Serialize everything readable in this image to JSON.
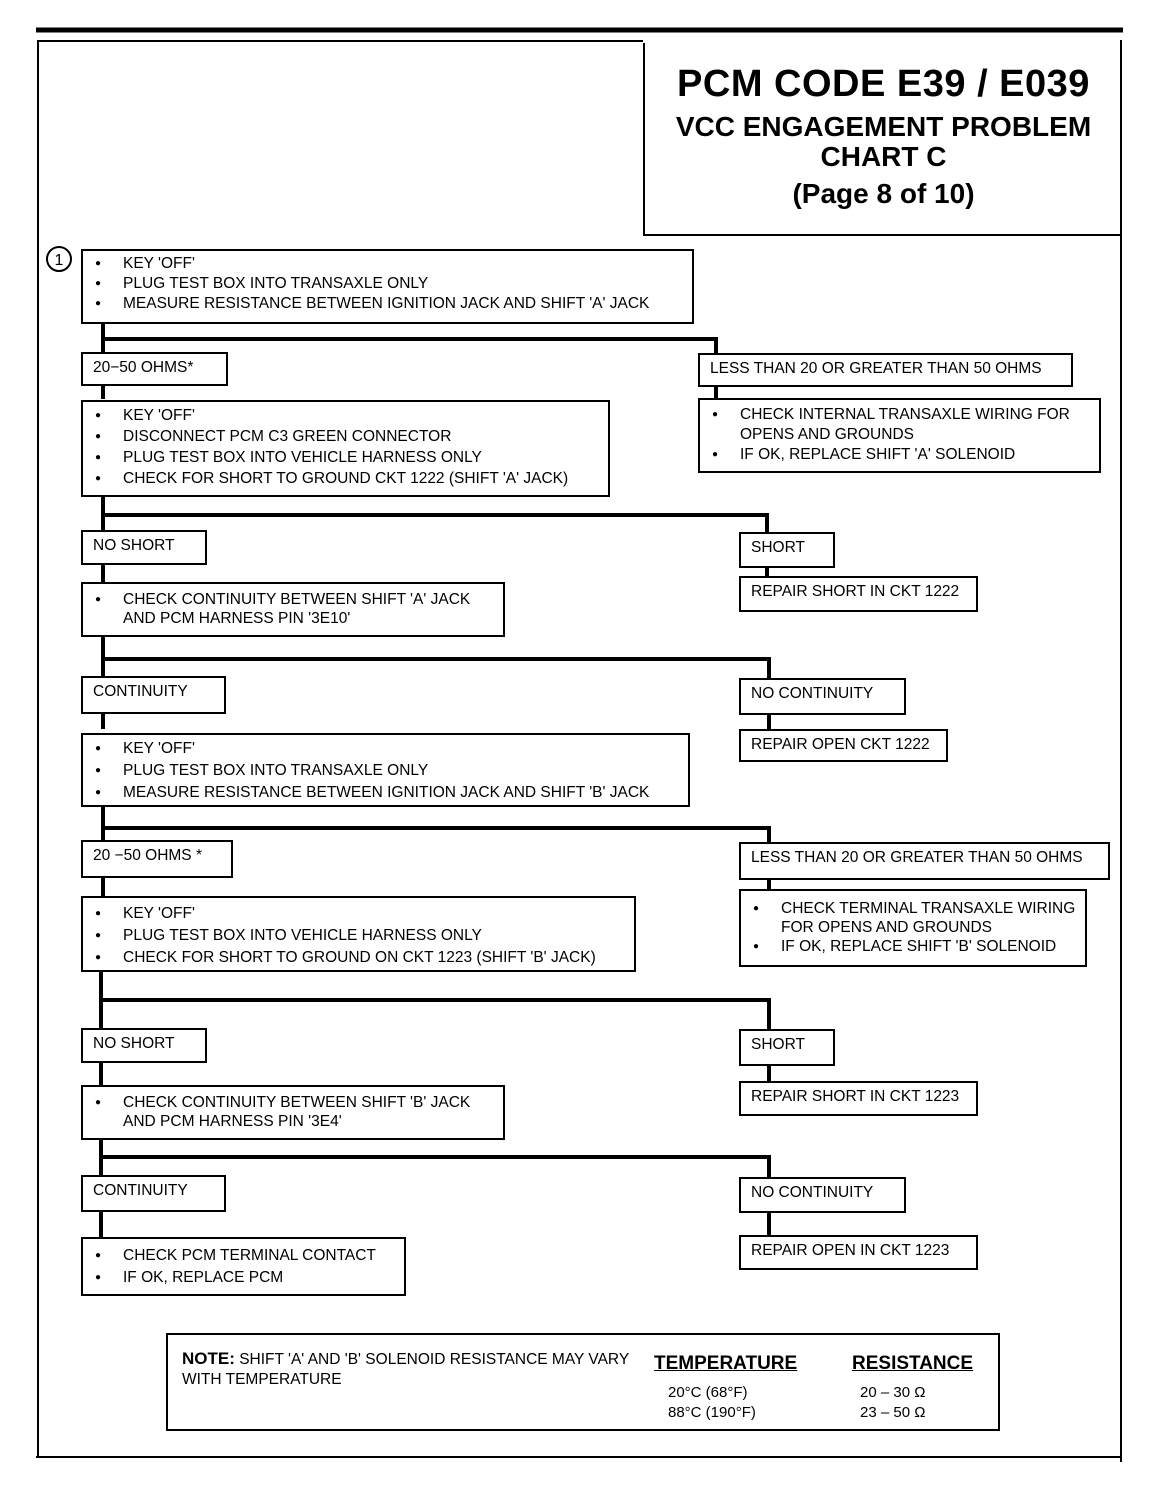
{
  "header": {
    "title": "PCM CODE E39 / E039",
    "subtitle_line1": "VCC ENGAGEMENT PROBLEM",
    "subtitle_line2": "CHART C",
    "page": "(Page 8 of 10)"
  },
  "step_marker": "1",
  "boxes": {
    "b1": [
      "KEY  'OFF'",
      "PLUG TEST BOX INTO TRANSAXLE ONLY",
      "MEASURE RESISTANCE BETWEEN  IGNITION JACK AND SHIFT 'A' JACK"
    ],
    "l1": "20−50 OHMS*",
    "r1": "LESS THAN 20 OR GREATER THAN 50 OHMS",
    "r1a": [
      "CHECK INTERNAL TRANSAXLE WIRING FOR OPENS AND GROUNDS",
      "IF OK, REPLACE SHIFT 'A' SOLENOID"
    ],
    "b2": [
      "KEY  'OFF'",
      "DISCONNECT PCM C3 GREEN CONNECTOR",
      "PLUG TEST BOX INTO VEHICLE HARNESS ONLY",
      "CHECK FOR SHORT TO GROUND CKT 1222 (SHIFT 'A' JACK)"
    ],
    "l2": "NO SHORT",
    "r2": "SHORT",
    "r2a": "REPAIR SHORT IN CKT 1222",
    "b3": [
      "CHECK CONTINUITY BETWEEN SHIFT 'A' JACK AND PCM HARNESS PIN '3E10'"
    ],
    "l3": "CONTINUITY",
    "r3": "NO CONTINUITY",
    "r3a": "REPAIR OPEN CKT 1222",
    "b4": [
      "KEY 'OFF'",
      "PLUG TEST BOX INTO TRANSAXLE ONLY",
      "MEASURE RESISTANCE BETWEEN IGNITION JACK AND SHIFT 'B' JACK"
    ],
    "l4": "20 −50 OHMS *",
    "r4": "LESS THAN 20 OR GREATER THAN 50 OHMS",
    "r4a": [
      "CHECK TERMINAL TRANSAXLE WIRING FOR OPENS AND GROUNDS",
      "IF OK, REPLACE SHIFT 'B' SOLENOID"
    ],
    "b5": [
      "KEY 'OFF'",
      "PLUG TEST BOX INTO VEHICLE HARNESS ONLY",
      "CHECK FOR SHORT TO GROUND ON CKT 1223 (SHIFT 'B' JACK)"
    ],
    "l5": "NO SHORT",
    "r5": "SHORT",
    "r5a": "REPAIR SHORT IN CKT 1223",
    "b6": [
      "CHECK CONTINUITY BETWEEN SHIFT 'B' JACK AND PCM HARNESS PIN '3E4'"
    ],
    "l6": "CONTINUITY",
    "r6": "NO CONTINUITY",
    "r6a": "REPAIR OPEN IN CKT 1223",
    "b7": [
      "CHECK PCM TERMINAL CONTACT",
      "IF OK, REPLACE PCM"
    ]
  },
  "note": {
    "label": "NOTE:",
    "text": "SHIFT 'A' AND 'B' SOLENOID RESISTANCE MAY VARY WITH TEMPERATURE",
    "temp_header": "TEMPERATURE",
    "res_header": "RESISTANCE",
    "rows": [
      {
        "temperature": "20°C (68°F)",
        "resistance": "20 – 30  Ω"
      },
      {
        "temperature": "88°C (190°F)",
        "resistance": "23 – 50  Ω"
      }
    ]
  }
}
